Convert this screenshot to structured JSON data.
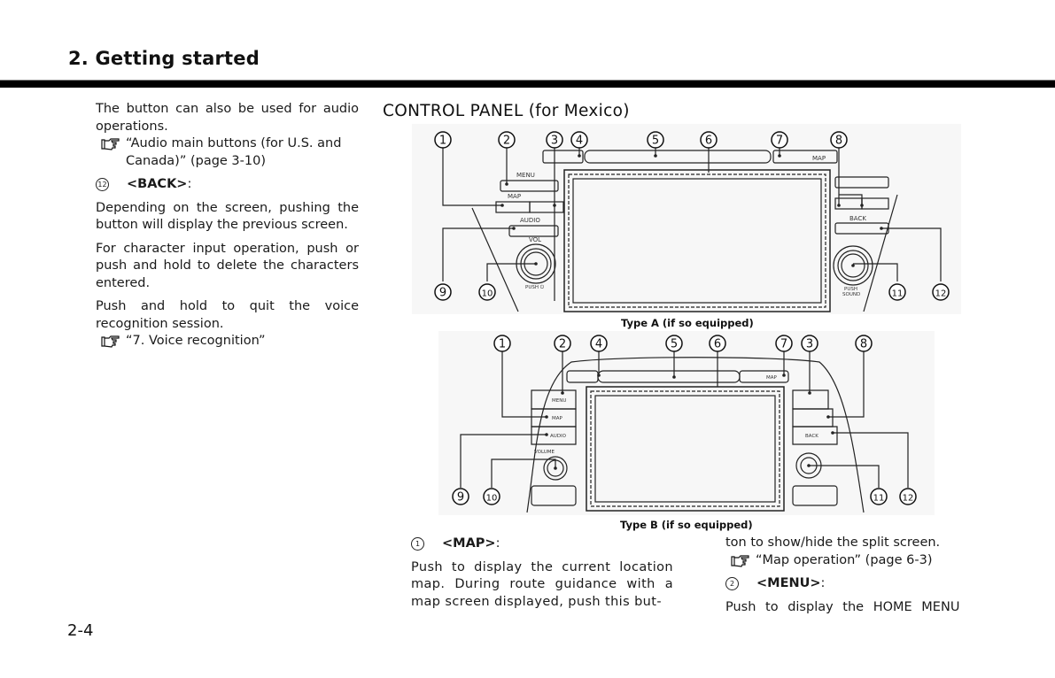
{
  "header": {
    "chapter_title": "2. Getting started"
  },
  "left_column": {
    "intro_text": "The button can also be used for audio operations.",
    "intro_ref": "“Audio main buttons (for U.S. and Canada)” (page 3-10)",
    "item12": {
      "number": "12",
      "label": "<BACK>",
      "colon": ":",
      "para1": "Depending on the screen, pushing the button will display the previous screen.",
      "para2": "For character input operation, push or push and hold to delete the characters entered.",
      "para3": "Push and hold to quit the voice recognition session.",
      "ref": "“7. Voice recognition”"
    }
  },
  "section": {
    "title": "CONTROL PANEL (for Mexico)",
    "diagram_a": {
      "caption": "Type A (if so equipped)",
      "callouts": [
        "1",
        "2",
        "3",
        "4",
        "5",
        "6",
        "7",
        "8",
        "9",
        "10",
        "11",
        "12"
      ],
      "labels": {
        "menu": "MENU",
        "map": "MAP",
        "audio": "AUDIO",
        "vol": "VOL",
        "push_power": "PUSH ⏻",
        "sd_map": "MAP",
        "back": "BACK",
        "push_sound_1": "PUSH",
        "push_sound_2": "SOUND"
      }
    },
    "diagram_b": {
      "caption": "Type B (if so equipped)",
      "callouts": [
        "1",
        "2",
        "4",
        "5",
        "6",
        "7",
        "3",
        "8",
        "9",
        "10",
        "11",
        "12"
      ],
      "labels": {
        "menu": "MENU",
        "map": "MAP",
        "audio": "AUDIO",
        "volume": "VOLUME",
        "sd_map": "MAP",
        "back": "BACK"
      }
    }
  },
  "bottom": {
    "item1": {
      "number": "1",
      "label": "<MAP>",
      "colon": ":",
      "text": "Push to display the current location map. During route guidance with a map screen displayed, push this button to show/hide the split screen.",
      "text_part1": "Push to display the current location map. During route guidance with a map screen displayed, push this but-",
      "text_part2": "ton to show/hide the split screen.",
      "ref": "“Map operation” (page 6-3)"
    },
    "item2": {
      "number": "2",
      "label": "<MENU>",
      "colon": ":",
      "text": "Push to display the HOME MENU"
    }
  },
  "footer": {
    "page_number": "2-4"
  }
}
